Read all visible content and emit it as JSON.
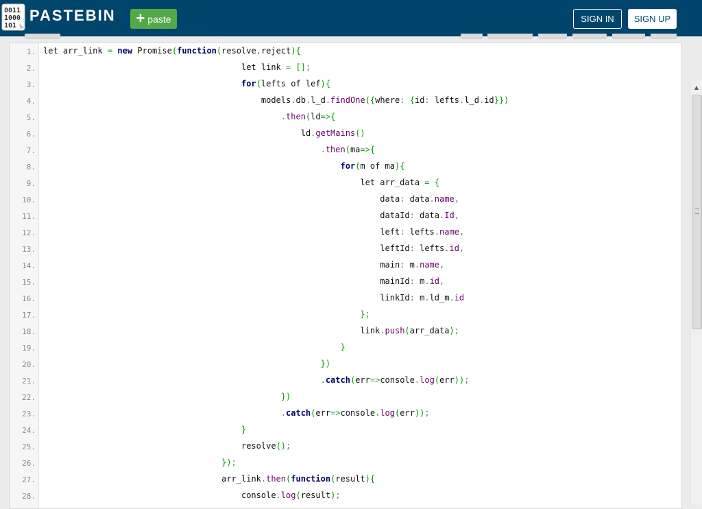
{
  "header": {
    "logo_text": "PASTEBIN",
    "logo_icon": "binary-code-logo-icon",
    "paste_label": "paste",
    "sign_in_label": "SIGN IN",
    "sign_up_label": "SIGN UP"
  },
  "colors": {
    "header_bg": "#02456c",
    "paste_green": "#53a847",
    "keyword": "#000066",
    "method": "#660066",
    "bracket": "#009900",
    "punct": "#339933"
  },
  "code": [
    {
      "n": "1.",
      "indent": "",
      "segs": [
        [
          "let arr_link ",
          ""
        ],
        [
          "=",
          "p"
        ],
        [
          " ",
          ""
        ],
        [
          "new",
          "kw"
        ],
        [
          " Promise",
          ""
        ],
        [
          "(",
          "br"
        ],
        [
          "function",
          "kw"
        ],
        [
          "(",
          "br"
        ],
        [
          "resolve",
          ""
        ],
        [
          ",",
          "p"
        ],
        [
          "reject",
          ""
        ],
        [
          ")",
          "br"
        ],
        [
          "{",
          "br"
        ]
      ]
    },
    {
      "n": "2.",
      "indent": "                                        ",
      "segs": [
        [
          "let link ",
          ""
        ],
        [
          "=",
          "p"
        ],
        [
          " ",
          ""
        ],
        [
          "[]",
          "br"
        ],
        [
          ";",
          "p"
        ]
      ]
    },
    {
      "n": "3.",
      "indent": "                                        ",
      "segs": [
        [
          "for",
          "kw"
        ],
        [
          "(",
          "br"
        ],
        [
          "lefts of lef",
          ""
        ],
        [
          ")",
          "br"
        ],
        [
          "{",
          "br"
        ]
      ]
    },
    {
      "n": "4.",
      "indent": "                                            ",
      "segs": [
        [
          "models",
          ""
        ],
        [
          ".",
          "p"
        ],
        [
          "db",
          ""
        ],
        [
          ".",
          "p"
        ],
        [
          "l_d",
          ""
        ],
        [
          ".",
          "p"
        ],
        [
          "findOne",
          "m"
        ],
        [
          "(",
          "br"
        ],
        [
          "{",
          "br"
        ],
        [
          "where",
          ""
        ],
        [
          ":",
          "p"
        ],
        [
          " ",
          ""
        ],
        [
          "{",
          "br"
        ],
        [
          "id",
          ""
        ],
        [
          ":",
          "p"
        ],
        [
          " lefts",
          ""
        ],
        [
          ".",
          "p"
        ],
        [
          "l_d",
          ""
        ],
        [
          ".",
          "p"
        ],
        [
          "id",
          ""
        ],
        [
          "}",
          "br"
        ],
        [
          "}",
          "br"
        ],
        [
          ")",
          "br"
        ]
      ]
    },
    {
      "n": "5.",
      "indent": "                                                ",
      "segs": [
        [
          ".",
          "p"
        ],
        [
          "then",
          "m"
        ],
        [
          "(",
          "br"
        ],
        [
          "ld",
          ""
        ],
        [
          "=>",
          "p"
        ],
        [
          "{",
          "br"
        ]
      ]
    },
    {
      "n": "6.",
      "indent": "                                                    ",
      "segs": [
        [
          "ld",
          ""
        ],
        [
          ".",
          "p"
        ],
        [
          "getMains",
          "m"
        ],
        [
          "(",
          "br"
        ],
        [
          ")",
          "br"
        ]
      ]
    },
    {
      "n": "7.",
      "indent": "                                                        ",
      "segs": [
        [
          ".",
          "p"
        ],
        [
          "then",
          "m"
        ],
        [
          "(",
          "br"
        ],
        [
          "ma",
          ""
        ],
        [
          "=>",
          "p"
        ],
        [
          "{",
          "br"
        ]
      ]
    },
    {
      "n": "8.",
      "indent": "                                                            ",
      "segs": [
        [
          "for",
          "kw"
        ],
        [
          "(",
          "br"
        ],
        [
          "m of ma",
          ""
        ],
        [
          ")",
          "br"
        ],
        [
          "{",
          "br"
        ]
      ]
    },
    {
      "n": "9.",
      "indent": "                                                                ",
      "segs": [
        [
          "let arr_data ",
          ""
        ],
        [
          "=",
          "p"
        ],
        [
          " ",
          ""
        ],
        [
          "{",
          "br"
        ]
      ]
    },
    {
      "n": "10.",
      "indent": "                                                                    ",
      "segs": [
        [
          "data",
          ""
        ],
        [
          ":",
          "p"
        ],
        [
          " data",
          ""
        ],
        [
          ".",
          "p"
        ],
        [
          "name",
          "m"
        ],
        [
          ",",
          "p"
        ]
      ]
    },
    {
      "n": "11.",
      "indent": "                                                                    ",
      "segs": [
        [
          "dataId",
          ""
        ],
        [
          ":",
          "p"
        ],
        [
          " data",
          ""
        ],
        [
          ".",
          "p"
        ],
        [
          "Id",
          "m"
        ],
        [
          ",",
          "p"
        ]
      ]
    },
    {
      "n": "12.",
      "indent": "                                                                    ",
      "segs": [
        [
          "left",
          ""
        ],
        [
          ":",
          "p"
        ],
        [
          " lefts",
          ""
        ],
        [
          ".",
          "p"
        ],
        [
          "name",
          "m"
        ],
        [
          ",",
          "p"
        ]
      ]
    },
    {
      "n": "13.",
      "indent": "                                                                    ",
      "segs": [
        [
          "leftId",
          ""
        ],
        [
          ":",
          "p"
        ],
        [
          " lefts",
          ""
        ],
        [
          ".",
          "p"
        ],
        [
          "id",
          "m"
        ],
        [
          ",",
          "p"
        ]
      ]
    },
    {
      "n": "14.",
      "indent": "                                                                    ",
      "segs": [
        [
          "main",
          ""
        ],
        [
          ":",
          "p"
        ],
        [
          " m",
          ""
        ],
        [
          ".",
          "p"
        ],
        [
          "name",
          "m"
        ],
        [
          ",",
          "p"
        ]
      ]
    },
    {
      "n": "15.",
      "indent": "                                                                    ",
      "segs": [
        [
          "mainId",
          ""
        ],
        [
          ":",
          "p"
        ],
        [
          " m",
          ""
        ],
        [
          ".",
          "p"
        ],
        [
          "id",
          "m"
        ],
        [
          ",",
          "p"
        ]
      ]
    },
    {
      "n": "16.",
      "indent": "                                                                    ",
      "segs": [
        [
          "linkId",
          ""
        ],
        [
          ":",
          "p"
        ],
        [
          " m",
          ""
        ],
        [
          ".",
          "p"
        ],
        [
          "ld_m",
          ""
        ],
        [
          ".",
          "p"
        ],
        [
          "id",
          "m"
        ]
      ]
    },
    {
      "n": "17.",
      "indent": "                                                                ",
      "segs": [
        [
          "}",
          "br"
        ],
        [
          ";",
          "p"
        ]
      ]
    },
    {
      "n": "18.",
      "indent": "                                                                ",
      "segs": [
        [
          "link",
          ""
        ],
        [
          ".",
          "p"
        ],
        [
          "push",
          "m"
        ],
        [
          "(",
          "br"
        ],
        [
          "arr_data",
          ""
        ],
        [
          ")",
          "br"
        ],
        [
          ";",
          "p"
        ]
      ]
    },
    {
      "n": "19.",
      "indent": "                                                            ",
      "segs": [
        [
          "}",
          "br"
        ]
      ]
    },
    {
      "n": "20.",
      "indent": "                                                        ",
      "segs": [
        [
          "}",
          "br"
        ],
        [
          ")",
          "br"
        ]
      ]
    },
    {
      "n": "21.",
      "indent": "                                                        ",
      "segs": [
        [
          ".",
          "p"
        ],
        [
          "catch",
          "kw"
        ],
        [
          "(",
          "br"
        ],
        [
          "err",
          ""
        ],
        [
          "=>",
          "p"
        ],
        [
          "console",
          ""
        ],
        [
          ".",
          "p"
        ],
        [
          "log",
          "m"
        ],
        [
          "(",
          "br"
        ],
        [
          "err",
          ""
        ],
        [
          ")",
          "br"
        ],
        [
          ")",
          "br"
        ],
        [
          ";",
          "p"
        ]
      ]
    },
    {
      "n": "22.",
      "indent": "                                                ",
      "segs": [
        [
          "}",
          "br"
        ],
        [
          ")",
          "br"
        ]
      ]
    },
    {
      "n": "23.",
      "indent": "                                                ",
      "segs": [
        [
          ".",
          "p"
        ],
        [
          "catch",
          "kw"
        ],
        [
          "(",
          "br"
        ],
        [
          "err",
          ""
        ],
        [
          "=>",
          "p"
        ],
        [
          "console",
          ""
        ],
        [
          ".",
          "p"
        ],
        [
          "log",
          "m"
        ],
        [
          "(",
          "br"
        ],
        [
          "err",
          ""
        ],
        [
          ")",
          "br"
        ],
        [
          ")",
          "br"
        ],
        [
          ";",
          "p"
        ]
      ]
    },
    {
      "n": "24.",
      "indent": "                                        ",
      "segs": [
        [
          "}",
          "br"
        ]
      ]
    },
    {
      "n": "25.",
      "indent": "                                        ",
      "segs": [
        [
          "resolve",
          ""
        ],
        [
          "(",
          "br"
        ],
        [
          ")",
          "br"
        ],
        [
          ";",
          "p"
        ]
      ]
    },
    {
      "n": "26.",
      "indent": "                                    ",
      "segs": [
        [
          "}",
          "br"
        ],
        [
          ")",
          "br"
        ],
        [
          ";",
          "p"
        ]
      ]
    },
    {
      "n": "27.",
      "indent": "                                    ",
      "segs": [
        [
          "arr_link",
          ""
        ],
        [
          ".",
          "p"
        ],
        [
          "then",
          "m"
        ],
        [
          "(",
          "br"
        ],
        [
          "function",
          "kw"
        ],
        [
          "(",
          "br"
        ],
        [
          "result",
          ""
        ],
        [
          ")",
          "br"
        ],
        [
          "{",
          "br"
        ]
      ]
    },
    {
      "n": "28.",
      "indent": "                                        ",
      "segs": [
        [
          "console",
          ""
        ],
        [
          ".",
          "p"
        ],
        [
          "log",
          "m"
        ],
        [
          "(",
          "br"
        ],
        [
          "result",
          ""
        ],
        [
          ")",
          "br"
        ],
        [
          ";",
          "p"
        ]
      ]
    }
  ]
}
